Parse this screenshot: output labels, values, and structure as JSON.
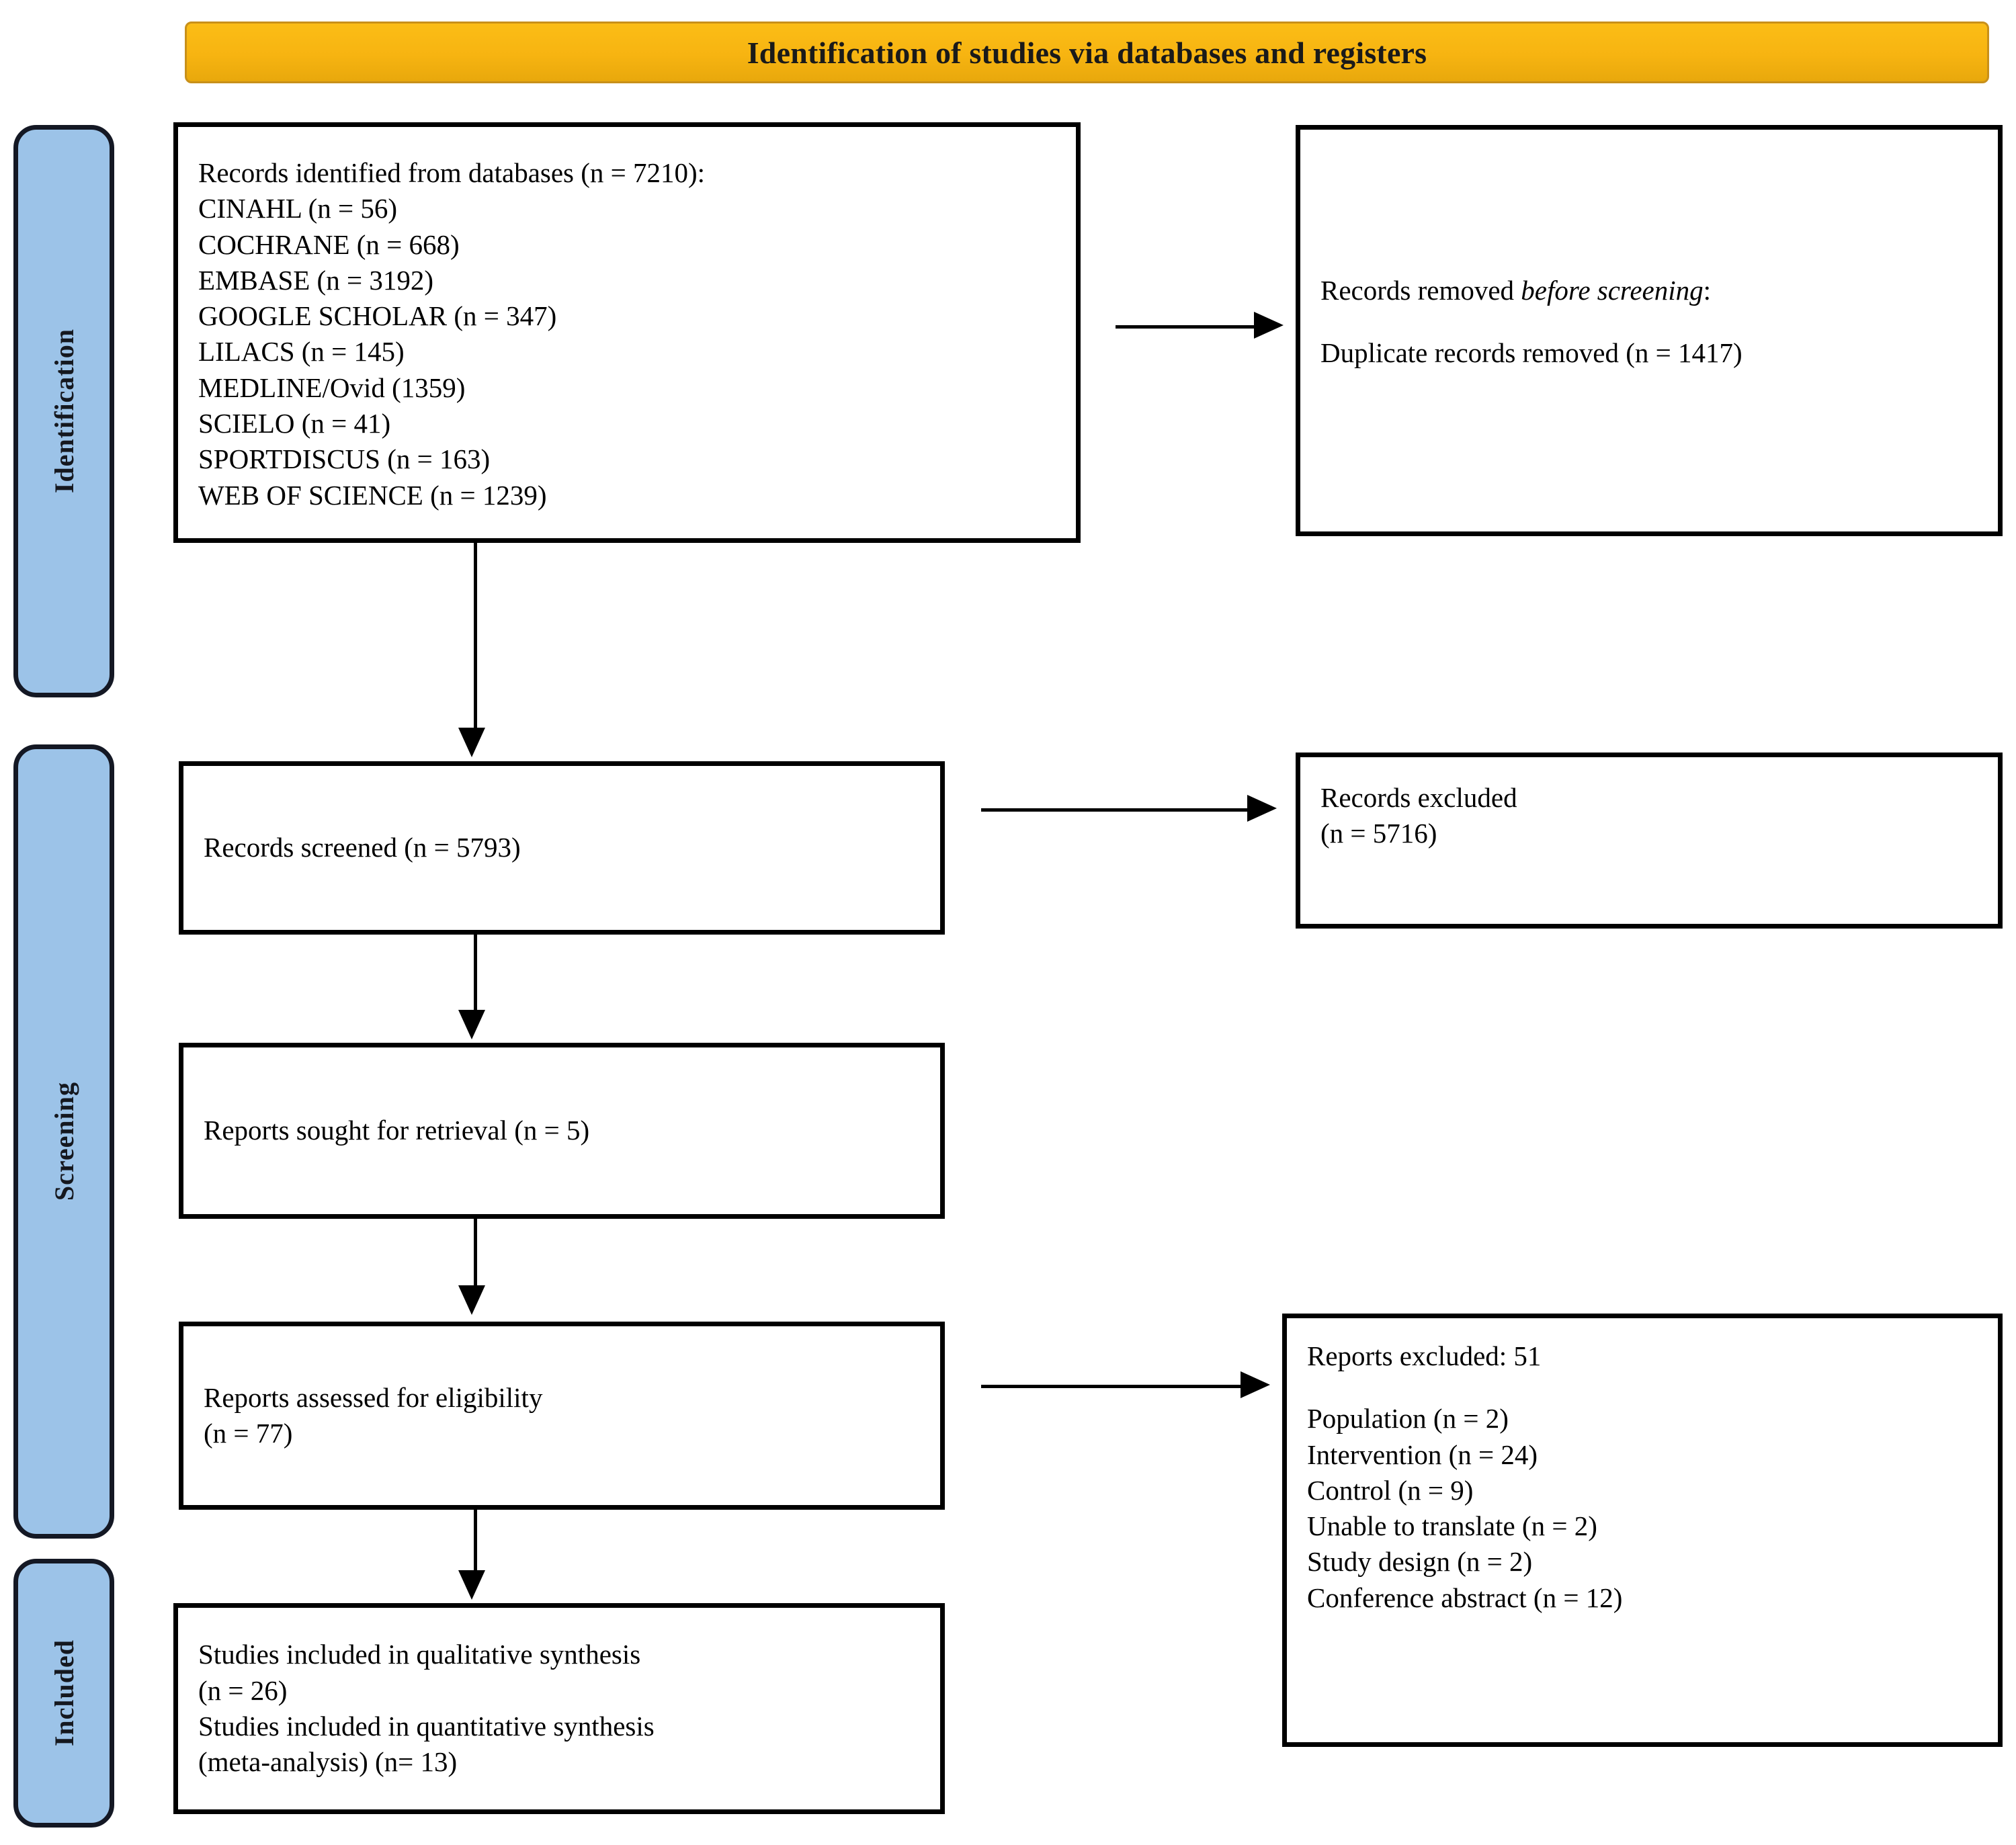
{
  "banner": {
    "title": "Identification of studies via databases and registers",
    "background_color": "#F7B411",
    "border_color": "#C8901A"
  },
  "stages": {
    "accent_color": "#9CC3E8",
    "identification": "Identification",
    "screening": "Screening",
    "included": "Included"
  },
  "boxes": {
    "records_identified": {
      "lines": [
        "Records identified from databases (n = 7210):",
        "CINAHL (n = 56)",
        "COCHRANE (n = 668)",
        "EMBASE (n = 3192)",
        "GOOGLE SCHOLAR (n = 347)",
        "LILACS (n = 145)",
        "MEDLINE/Ovid (1359)",
        "SCIELO (n = 41)",
        "SPORTDISCUS (n = 163)",
        "WEB OF SCIENCE (n = 1239)"
      ]
    },
    "records_removed": {
      "heading_plain": "Records removed ",
      "heading_italic": "before screening",
      "heading_tail": ":",
      "detail": "Duplicate records removed (n = 1417)"
    },
    "records_screened": {
      "line": "Records screened (n = 5793)"
    },
    "records_excluded": {
      "line1": "Records excluded",
      "line2": "(n = 5716)"
    },
    "reports_sought": {
      "line": "Reports sought for retrieval (n = 5)"
    },
    "reports_assessed": {
      "line1": "Reports assessed for eligibility",
      "line2": "(n = 77)"
    },
    "reports_excluded": {
      "heading": "Reports excluded: 51",
      "reasons": [
        "Population (n = 2)",
        "Intervention (n = 24)",
        "Control (n = 9)",
        "Unable to translate (n = 2)",
        "Study design (n = 2)",
        "Conference abstract (n = 12)"
      ]
    },
    "studies_included": {
      "line1": "Studies included in qualitative synthesis",
      "line2": "(n = 26)",
      "line3": "Studies included in quantitative synthesis",
      "line4": "(meta-analysis) (n= 13)"
    }
  },
  "chart_data": {
    "type": "diagram",
    "title": "Identification of studies via databases and registers",
    "stages": [
      "Identification",
      "Screening",
      "Included"
    ],
    "nodes": [
      {
        "id": "records_identified",
        "label": "Records identified from databases",
        "n": 7210,
        "breakdown": [
          {
            "source": "CINAHL",
            "n": 56
          },
          {
            "source": "COCHRANE",
            "n": 668
          },
          {
            "source": "EMBASE",
            "n": 3192
          },
          {
            "source": "GOOGLE SCHOLAR",
            "n": 347
          },
          {
            "source": "LILACS",
            "n": 145
          },
          {
            "source": "MEDLINE/Ovid",
            "n": 1359
          },
          {
            "source": "SCIELO",
            "n": 41
          },
          {
            "source": "SPORTDISCUS",
            "n": 163
          },
          {
            "source": "WEB OF SCIENCE",
            "n": 1239
          }
        ]
      },
      {
        "id": "records_removed",
        "label": "Duplicate records removed",
        "n": 1417
      },
      {
        "id": "records_screened",
        "label": "Records screened",
        "n": 5793
      },
      {
        "id": "records_excluded",
        "label": "Records excluded",
        "n": 5716
      },
      {
        "id": "reports_sought",
        "label": "Reports sought for retrieval",
        "n": 5
      },
      {
        "id": "reports_assessed",
        "label": "Reports assessed for eligibility",
        "n": 77
      },
      {
        "id": "reports_excluded",
        "label": "Reports excluded",
        "n": 51,
        "breakdown": [
          {
            "reason": "Population",
            "n": 2
          },
          {
            "reason": "Intervention",
            "n": 24
          },
          {
            "reason": "Control",
            "n": 9
          },
          {
            "reason": "Unable to translate",
            "n": 2
          },
          {
            "reason": "Study design",
            "n": 2
          },
          {
            "reason": "Conference abstract",
            "n": 12
          }
        ]
      },
      {
        "id": "studies_qualitative",
        "label": "Studies included in qualitative synthesis",
        "n": 26
      },
      {
        "id": "studies_quantitative",
        "label": "Studies included in quantitative synthesis (meta-analysis)",
        "n": 13
      }
    ],
    "edges": [
      {
        "from": "records_identified",
        "to": "records_removed"
      },
      {
        "from": "records_identified",
        "to": "records_screened"
      },
      {
        "from": "records_screened",
        "to": "records_excluded"
      },
      {
        "from": "records_screened",
        "to": "reports_sought"
      },
      {
        "from": "reports_sought",
        "to": "reports_assessed"
      },
      {
        "from": "reports_assessed",
        "to": "reports_excluded"
      },
      {
        "from": "reports_assessed",
        "to": "studies_qualitative"
      }
    ]
  }
}
